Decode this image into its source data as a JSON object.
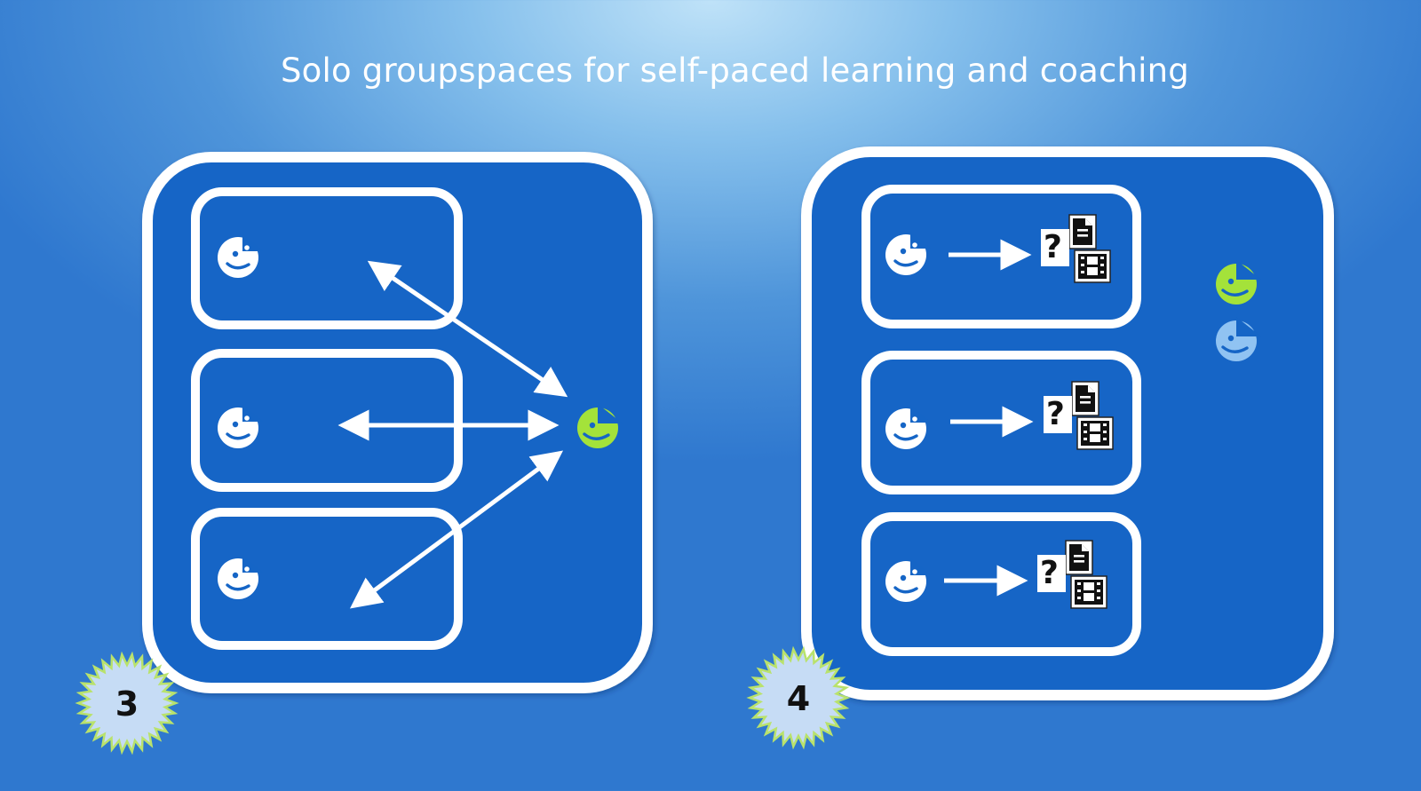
{
  "slide": {
    "title": "Solo groupspaces for self-paced learning and coaching"
  },
  "panels": [
    {
      "badge": "3",
      "rows": 3,
      "learner_icon": "learner-face-icon",
      "coach_icon": "coach-face-icon",
      "connection": "two-way arrows between each learner row and the coach"
    },
    {
      "badge": "4",
      "rows": 3,
      "learner_icon": "learner-face-icon",
      "resource_icon": "quiz-document-video-icon",
      "coach_icons": [
        "coach-face-icon",
        "assistant-face-icon"
      ],
      "connection": "one-way arrows from each learner to its resources"
    }
  ],
  "colors": {
    "panel_fill": "#1565c6",
    "outline": "#ffffff",
    "coach": "#a4e23a",
    "assistant": "#90c3f2",
    "badge": "#c6dcf5"
  }
}
